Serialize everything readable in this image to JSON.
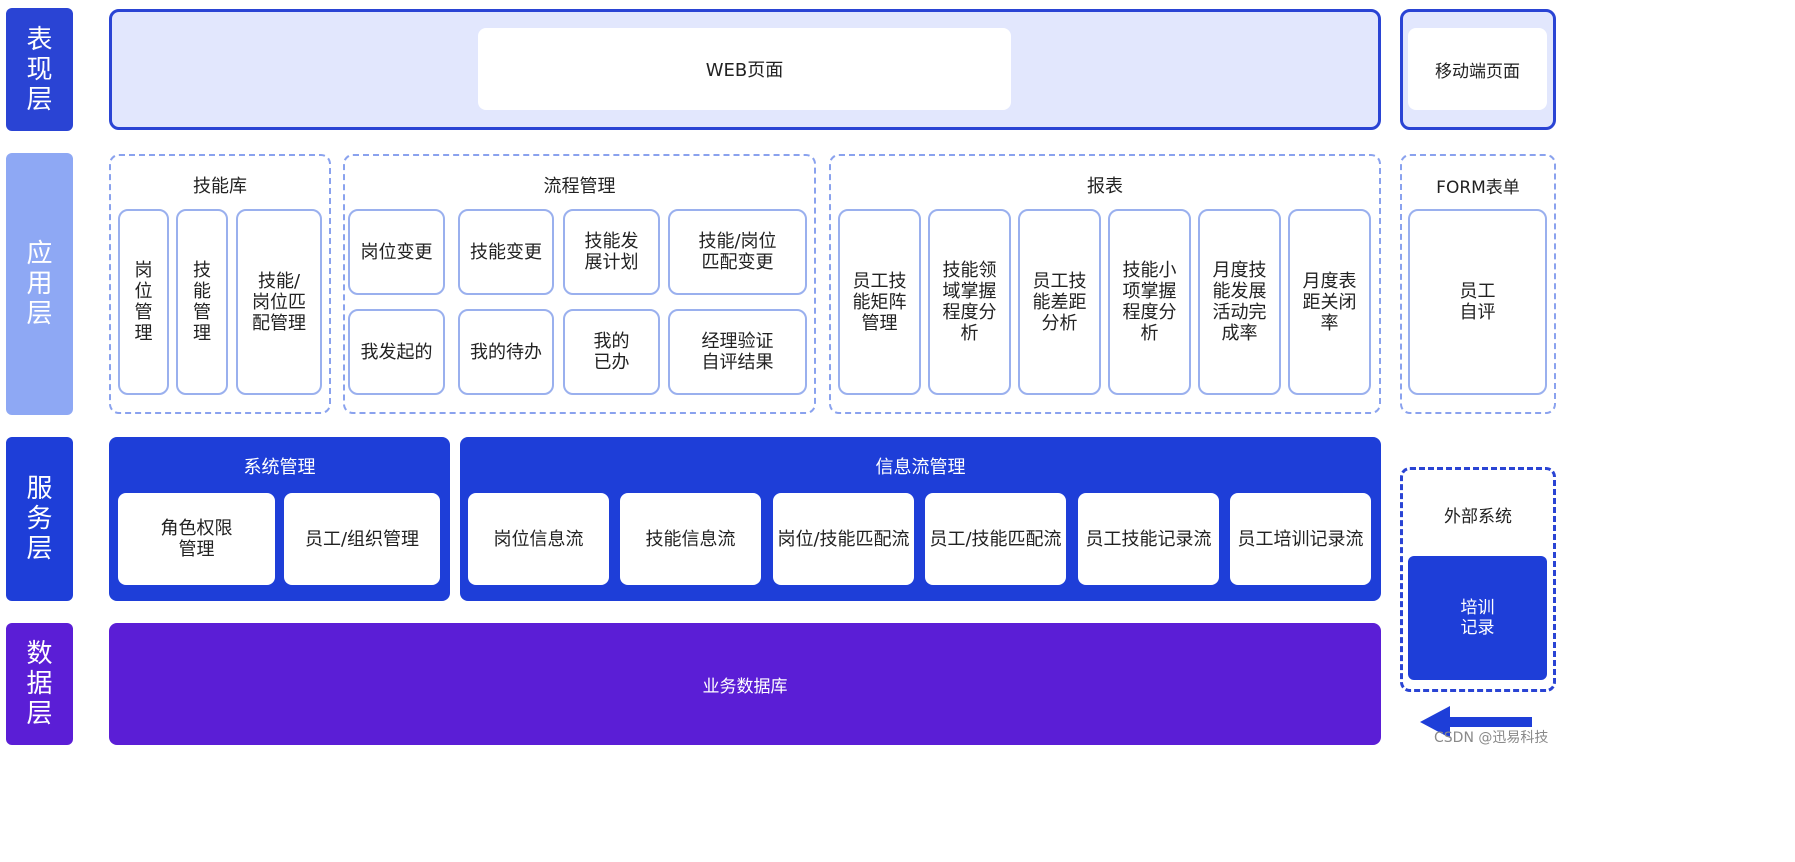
{
  "colors": {
    "presentation_label": "#2a44d4",
    "application_label": "#8ea8f4",
    "service_label": "#1e3ed8",
    "data_label": "#5b1ed6",
    "service_panel": "#1e3ed8",
    "data_panel": "#5b1ed6",
    "panel_border": "#2a44d4",
    "dash_border": "#8aa2ee",
    "panel_fill": "#e2e7fd"
  },
  "layers": {
    "presentation": "表现层",
    "application": "应用层",
    "service": "服务层",
    "data": "数据层"
  },
  "presentation": {
    "web_page": "WEB页面",
    "mobile_page": "移动端页面"
  },
  "application": {
    "skill_library": {
      "title": "技能库",
      "items": [
        "岗位管理",
        "技能管理",
        "技能/岗位匹配管理"
      ]
    },
    "process_management": {
      "title": "流程管理",
      "items": [
        "岗位变更",
        "技能变更",
        "技能发展计划",
        "技能/岗位匹配变更",
        "我发起的",
        "我的待办",
        "我的已办",
        "经理验证自评结果"
      ]
    },
    "reports": {
      "title": "报表",
      "items": [
        "员工技能矩阵管理",
        "技能领域掌握程度分析",
        "员工技能差距分析",
        "技能小项掌握程度分析",
        "月度技能发展活动完成率",
        "月度表距关闭率"
      ]
    },
    "form": {
      "title": "FORM表单",
      "items": [
        "员工自评"
      ]
    }
  },
  "service": {
    "system_management": {
      "title": "系统管理",
      "items": [
        "角色权限管理",
        "员工/组织管理"
      ]
    },
    "info_flow": {
      "title": "信息流管理",
      "items": [
        "岗位信息流",
        "技能信息流",
        "岗位/技能匹配流",
        "员工/技能匹配流",
        "员工技能记录流",
        "员工培训记录流"
      ]
    }
  },
  "external": {
    "title": "外部系统",
    "item": "培训记录"
  },
  "data": {
    "database": "业务数据库"
  },
  "watermark": "CSDN @迅易科技"
}
